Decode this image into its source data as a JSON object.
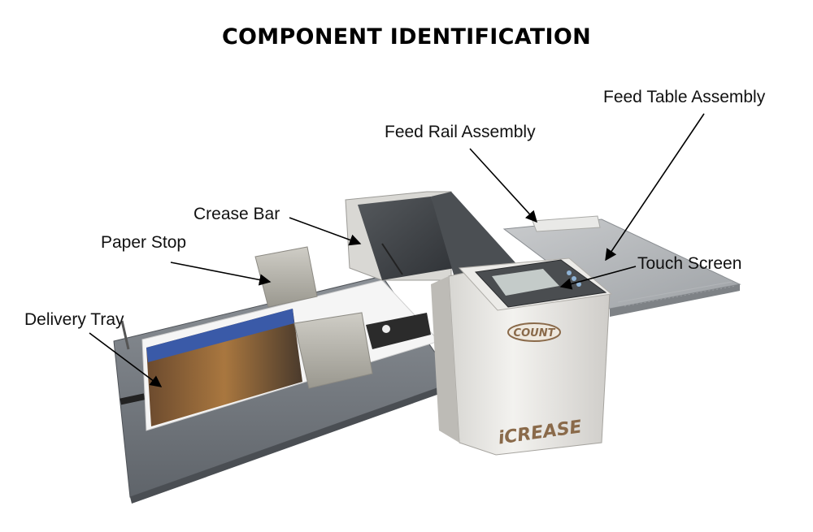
{
  "title": "COMPONENT IDENTIFICATION",
  "labels": {
    "feed_table": "Feed Table Assembly",
    "feed_rail": "Feed Rail Assembly",
    "crease_bar": "Crease Bar",
    "paper_stop": "Paper Stop",
    "touch_screen": "Touch Screen",
    "delivery_tray": "Delivery Tray"
  },
  "machine": {
    "brand_badge": "COUNT",
    "model_name": "iCREASE"
  },
  "colors": {
    "machine_body": "#e6e4e0",
    "tray": "#6d7278",
    "top_cover": "#3e4246",
    "screen": "#c4cbc9",
    "brand": "#8a6a4a"
  }
}
